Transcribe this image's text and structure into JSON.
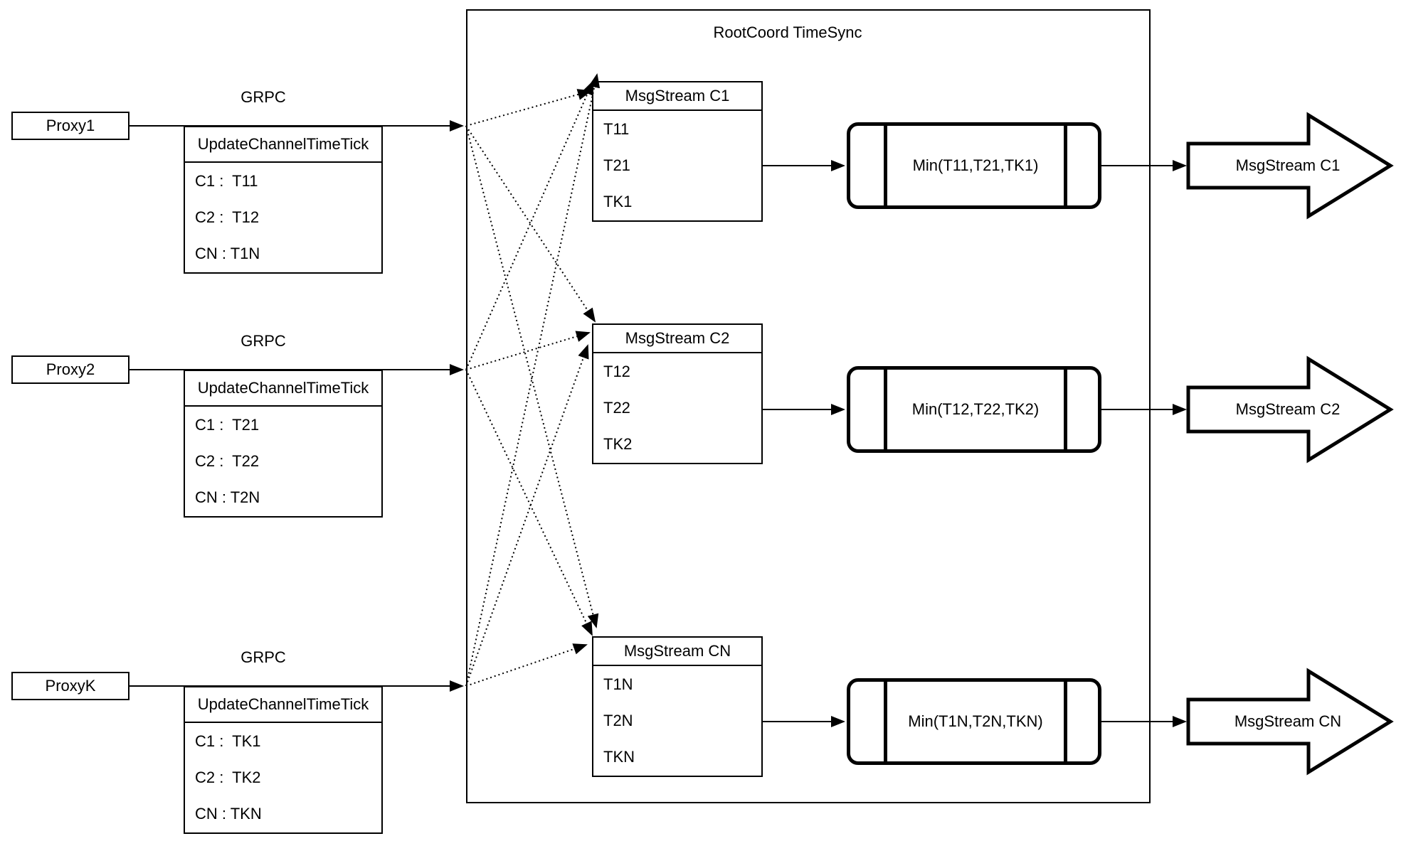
{
  "diagram": {
    "title": "RootCoord TimeSync",
    "grpc_label": "GRPC",
    "update_header": "UpdateChannelTimeTick",
    "proxies": [
      {
        "name": "Proxy1",
        "entries": [
          "C1 :  T11",
          "C2 :  T12",
          "CN : T1N"
        ]
      },
      {
        "name": "Proxy2",
        "entries": [
          "C1 :  T21",
          "C2 :  T22",
          "CN : T2N"
        ]
      },
      {
        "name": "ProxyK",
        "entries": [
          "C1 :  TK1",
          "C2 :  TK2",
          "CN : TKN"
        ]
      }
    ],
    "streams": [
      {
        "header": "MsgStream C1",
        "values": [
          "T11",
          "T21",
          "TK1"
        ],
        "min_label": "Min(T11,T21,TK1)",
        "output_label": "MsgStream C1"
      },
      {
        "header": "MsgStream C2",
        "values": [
          "T12",
          "T22",
          "TK2"
        ],
        "min_label": "Min(T12,T22,TK2)",
        "output_label": "MsgStream C2"
      },
      {
        "header": "MsgStream CN",
        "values": [
          "T1N",
          "T2N",
          "TKN"
        ],
        "min_label": "Min(T1N,T2N,TKN)",
        "output_label": "MsgStream CN"
      }
    ],
    "colors": {
      "stroke": "#000000",
      "background": "#ffffff"
    }
  }
}
